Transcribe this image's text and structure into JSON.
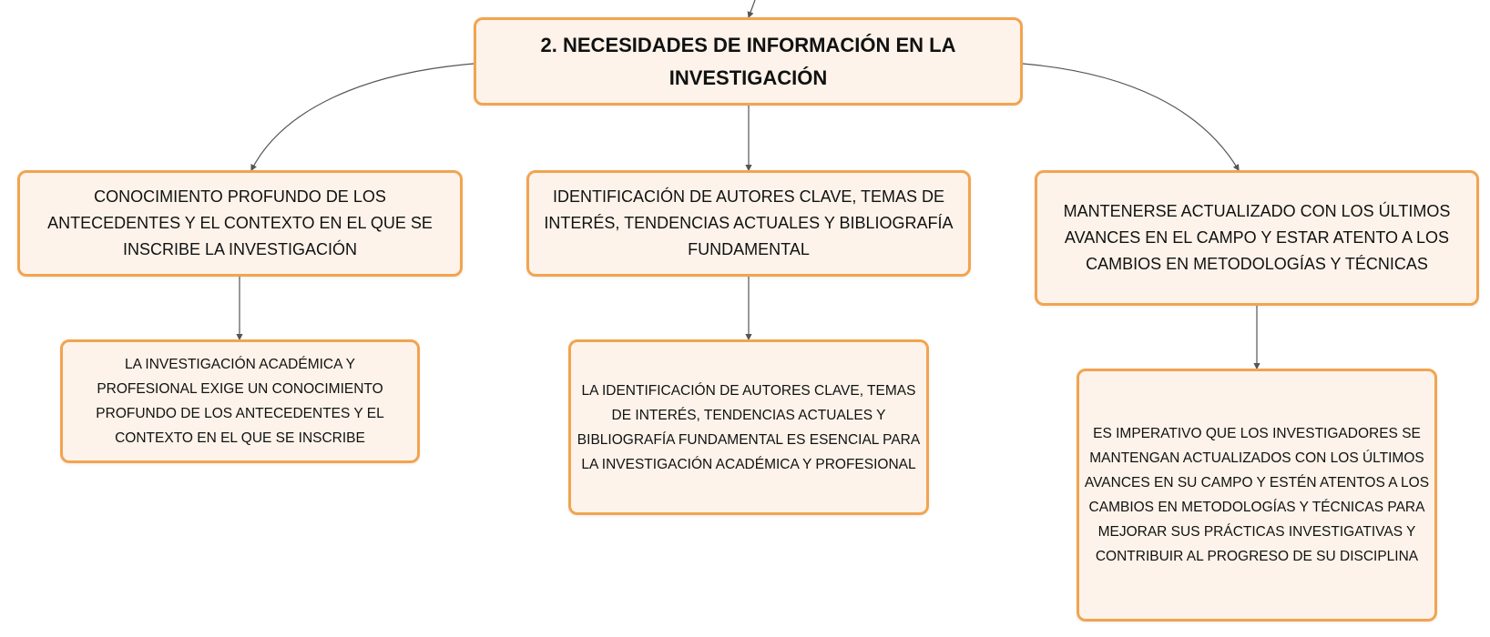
{
  "root": {
    "text": "2. NECESIDADES DE INFORMACIÓN EN LA INVESTIGACIÓN"
  },
  "branches": [
    {
      "title": "CONOCIMIENTO PROFUNDO DE LOS ANTECEDENTES Y EL CONTEXTO EN EL QUE SE INSCRIBE LA INVESTIGACIÓN",
      "detail": "LA INVESTIGACIÓN ACADÉMICA Y PROFESIONAL EXIGE UN CONOCIMIENTO PROFUNDO DE LOS ANTECEDENTES Y EL CONTEXTO EN EL QUE SE INSCRIBE"
    },
    {
      "title": "IDENTIFICACIÓN DE AUTORES CLAVE, TEMAS DE INTERÉS, TENDENCIAS ACTUALES Y BIBLIOGRAFÍA FUNDAMENTAL",
      "detail": "LA IDENTIFICACIÓN DE AUTORES CLAVE, TEMAS DE INTERÉS, TENDENCIAS ACTUALES Y BIBLIOGRAFÍA FUNDAMENTAL ES ESENCIAL PARA LA INVESTIGACIÓN ACADÉMICA Y PROFESIONAL"
    },
    {
      "title": "MANTENERSE ACTUALIZADO CON LOS ÚLTIMOS AVANCES EN EL CAMPO Y ESTAR ATENTO A LOS CAMBIOS EN METODOLOGÍAS Y TÉCNICAS",
      "detail": "ES IMPERATIVO QUE LOS INVESTIGADORES SE MANTENGAN ACTUALIZADOS CON LOS ÚLTIMOS AVANCES EN SU CAMPO Y ESTÉN ATENTOS A LOS CAMBIOS EN METODOLOGÍAS Y TÉCNICAS PARA MEJORAR SUS PRÁCTICAS INVESTIGATIVAS Y CONTRIBUIR AL PROGRESO DE SU DISCIPLINA"
    }
  ],
  "colors": {
    "border": "#f2a450",
    "fill": "#fdf3ea",
    "line": "#555555"
  }
}
